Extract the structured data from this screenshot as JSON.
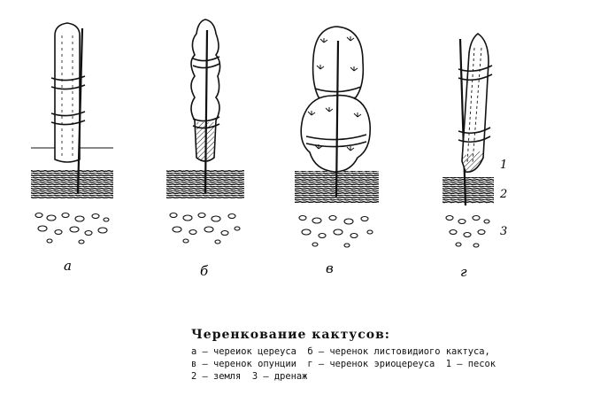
{
  "labels": {
    "a": "а",
    "b": "б",
    "v": "в",
    "g": "г",
    "n1": "1",
    "n2": "2",
    "n3": "3"
  },
  "caption": {
    "title": "Черенкование кактусов:",
    "line1": "а — череиок цереуса  б — черенок листовидиого кактуса,",
    "line2": "в — черенок опунции  г — черенок эриоцереуса  1 — песок",
    "line3": "2 — земля  3 — дренаж"
  }
}
